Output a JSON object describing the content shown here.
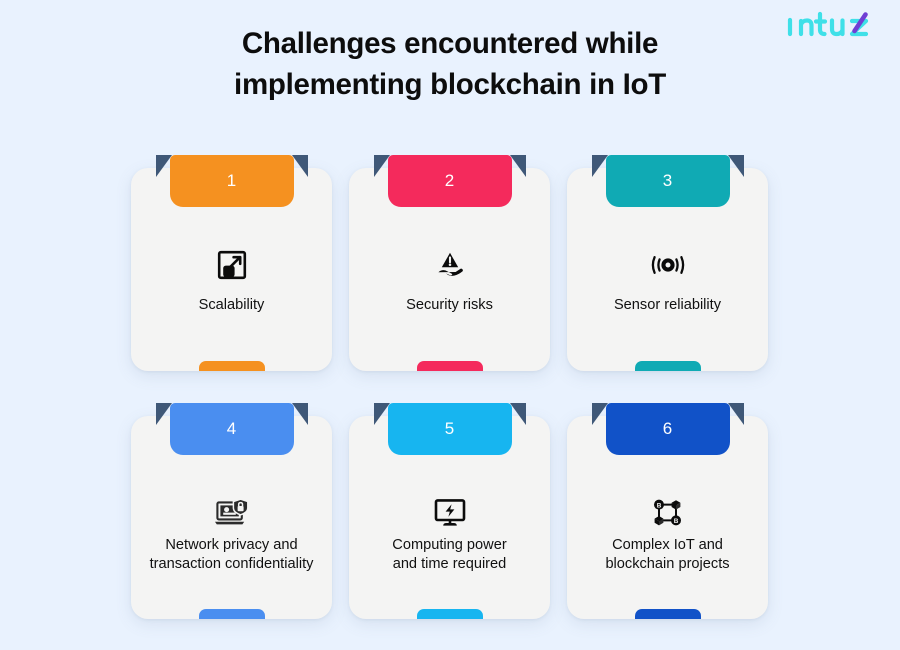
{
  "brand": {
    "name": "Intuz",
    "logo_colors": {
      "primary": "#3fe0e8",
      "accent": "#6f3fd4"
    }
  },
  "title": {
    "line1": "Challenges encountered while",
    "line2": "implementing blockchain in IoT"
  },
  "theme": {
    "background": "#e9f2fe",
    "card_background": "#f4f4f3",
    "fold_shadow": "#3f5878",
    "text": "#111111"
  },
  "cards": [
    {
      "number": "1",
      "label": "Scalability",
      "color": "#f59120",
      "icon": "scalability-expand-icon",
      "two_line": false
    },
    {
      "number": "2",
      "label": "Security risks",
      "color": "#f42a5c",
      "icon": "hand-warning-icon",
      "two_line": false
    },
    {
      "number": "3",
      "label": "Sensor reliability",
      "color": "#10aab4",
      "icon": "sensor-signal-icon",
      "two_line": false
    },
    {
      "number": "4",
      "label": "Network privacy and transaction confidentiality",
      "label_line1": "Network privacy and",
      "label_line2": "transaction confidentiality",
      "color": "#4a8ef0",
      "icon": "laptop-shield-lock-icon",
      "two_line": true
    },
    {
      "number": "5",
      "label": "Computing power and time required",
      "label_line1": "Computing power",
      "label_line2": "and time required",
      "color": "#17b5f0",
      "icon": "monitor-power-icon",
      "two_line": true
    },
    {
      "number": "6",
      "label": "Complex IoT and blockchain projects",
      "label_line1": "Complex IoT and",
      "label_line2": "blockchain projects",
      "color": "#1152c8",
      "icon": "blockchain-network-icon",
      "two_line": true
    }
  ]
}
